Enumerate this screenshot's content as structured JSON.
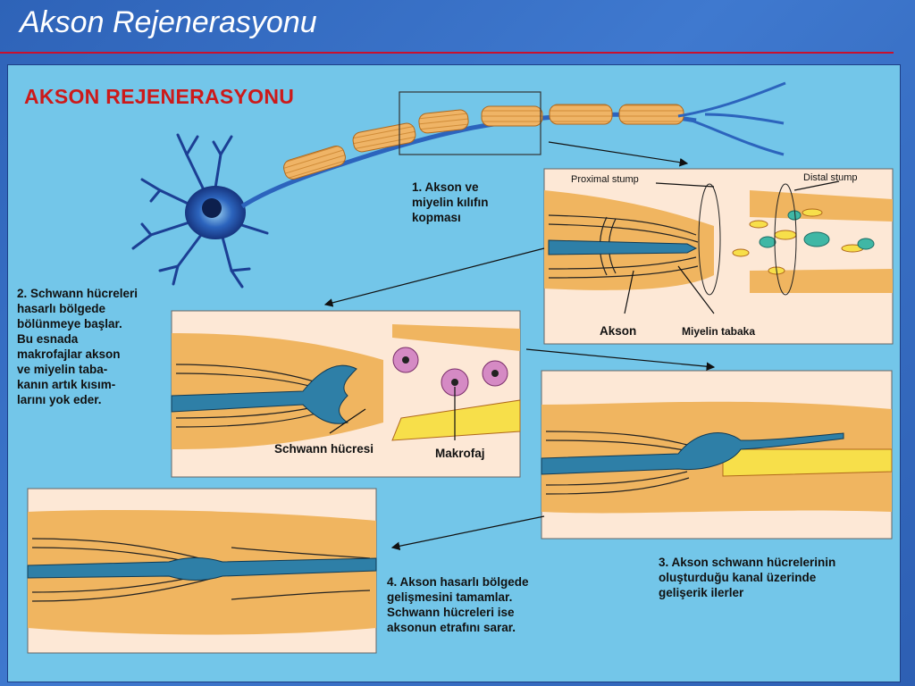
{
  "slide": {
    "title": "Akson Rejenerasyonu"
  },
  "figure": {
    "heading": "AKSON REJENERASYONU",
    "steps": {
      "step1": "1. Akson ve\n    miyelin kılıfın\n    kopması",
      "step2": "2. Schwann hücreleri\n    hasarlı bölgede\n    bölünmeye başlar.\n    Bu esnada\n    makrofajlar akson\n    ve miyelin taba-\n    kanın artık kısım-\n    larını yok eder.",
      "step3": "3. Akson schwann hücrelerinin\n    oluşturduğu kanal üzerinde\n    gelişerik ilerler",
      "step4": "4. Akson hasarlı bölgede\n    gelişmesini tamamlar.\n    Schwann hücreleri ise\n    aksonun etrafını sarar."
    },
    "labels": {
      "proximal_stump": "Proximal stump",
      "distal_stump": "Distal stump",
      "akson": "Akson",
      "miyelin_tabaka": "Miyelin tabaka",
      "schwann_hucresi": "Schwann hücresi",
      "makrofaj": "Makrofaj"
    },
    "colors": {
      "panel_bg": "#73c6e9",
      "inset_bg": "#fde8d6",
      "myelin": "#f2a63a",
      "schwann_yellow": "#f7df4a",
      "axon": "#2e7fa7",
      "neuron": "#1c3f94",
      "macrophage": "#d58ac4",
      "heading_red": "#cc1a1a"
    }
  }
}
